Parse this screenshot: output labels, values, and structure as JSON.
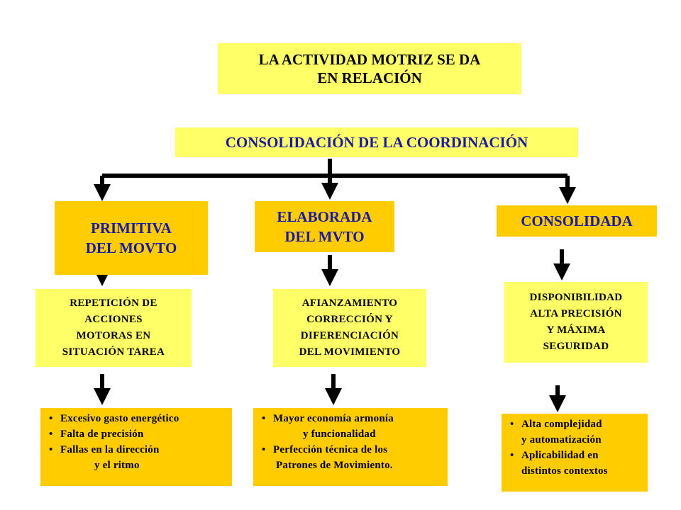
{
  "title": {
    "lines": [
      "LA ACTIVIDAD MOTRIZ SE DA",
      "EN RELACIÓN"
    ]
  },
  "subtitle": "CONSOLIDACIÓN DE LA COORDINACIÓN",
  "levels": [
    {
      "name": [
        "PRIMITIVA",
        "DEL MOVTO"
      ]
    },
    {
      "name": [
        "ELABORADA",
        "DEL MVTO"
      ]
    },
    {
      "name": [
        "CONSOLIDADA"
      ]
    }
  ],
  "descriptions": [
    [
      "REPETICIÓN DE",
      "ACCIONES",
      "MOTORAS EN",
      "SITUACIÓN TAREA"
    ],
    [
      "AFIANZAMIENTO",
      "CORRECCIÓN Y",
      "DIFERENCIACIÓN",
      "DEL MOVIMIENTO"
    ],
    [
      "DISPONIBILIDAD",
      "ALTA PRECISIÓN",
      "Y MÁXIMA",
      "SEGURIDAD"
    ]
  ],
  "characteristics": [
    [
      {
        "text": "Excesivo gasto energético"
      },
      {
        "text": "Falta de precisión"
      },
      {
        "text": "Fallas en la dirección",
        "cont": "y el ritmo"
      }
    ],
    [
      {
        "text": "Mayor economía armonía",
        "cont": "y funcionalidad"
      },
      {
        "text": "Perfección técnica de los",
        "cont": "Patrones de Movimiento."
      }
    ],
    [
      {
        "text": "Alta complejidad",
        "cont": "y automatización"
      },
      {
        "text": "Aplicabilidad en",
        "cont": "distintos contextos"
      }
    ]
  ],
  "colors": {
    "light_box": "#ffff66",
    "gold_box": "#ffcc00",
    "blue_text": "#1a1aa6",
    "connector": "#000000"
  }
}
